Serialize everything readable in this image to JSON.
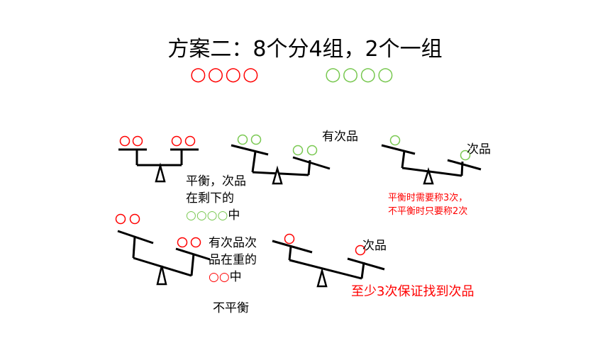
{
  "title": "方案二：8个分4组，2个一组",
  "groups": {
    "red": "○○○○",
    "green": "○○○○"
  },
  "labels": {
    "has_defect_1": "有次品",
    "defect_1": "次品",
    "balanced": [
      "平衡，次品",
      "在剩下的"
    ],
    "balanced_line3_circles": "○○○○",
    "balanced_line3_suffix": "中",
    "rule_note": [
      "平衡时需要称3次，",
      "不平衡时只要称2次"
    ],
    "has_defect_2": [
      "有次品次",
      "品在重的"
    ],
    "pair_circles": "○○",
    "pair_suffix": "中",
    "unbalanced": "不平衡",
    "defect_2": "次品",
    "conclusion": "至少3次保证找到次品"
  },
  "colors": {
    "red": "#ff0000",
    "green": "#78c850",
    "black": "#000000"
  }
}
